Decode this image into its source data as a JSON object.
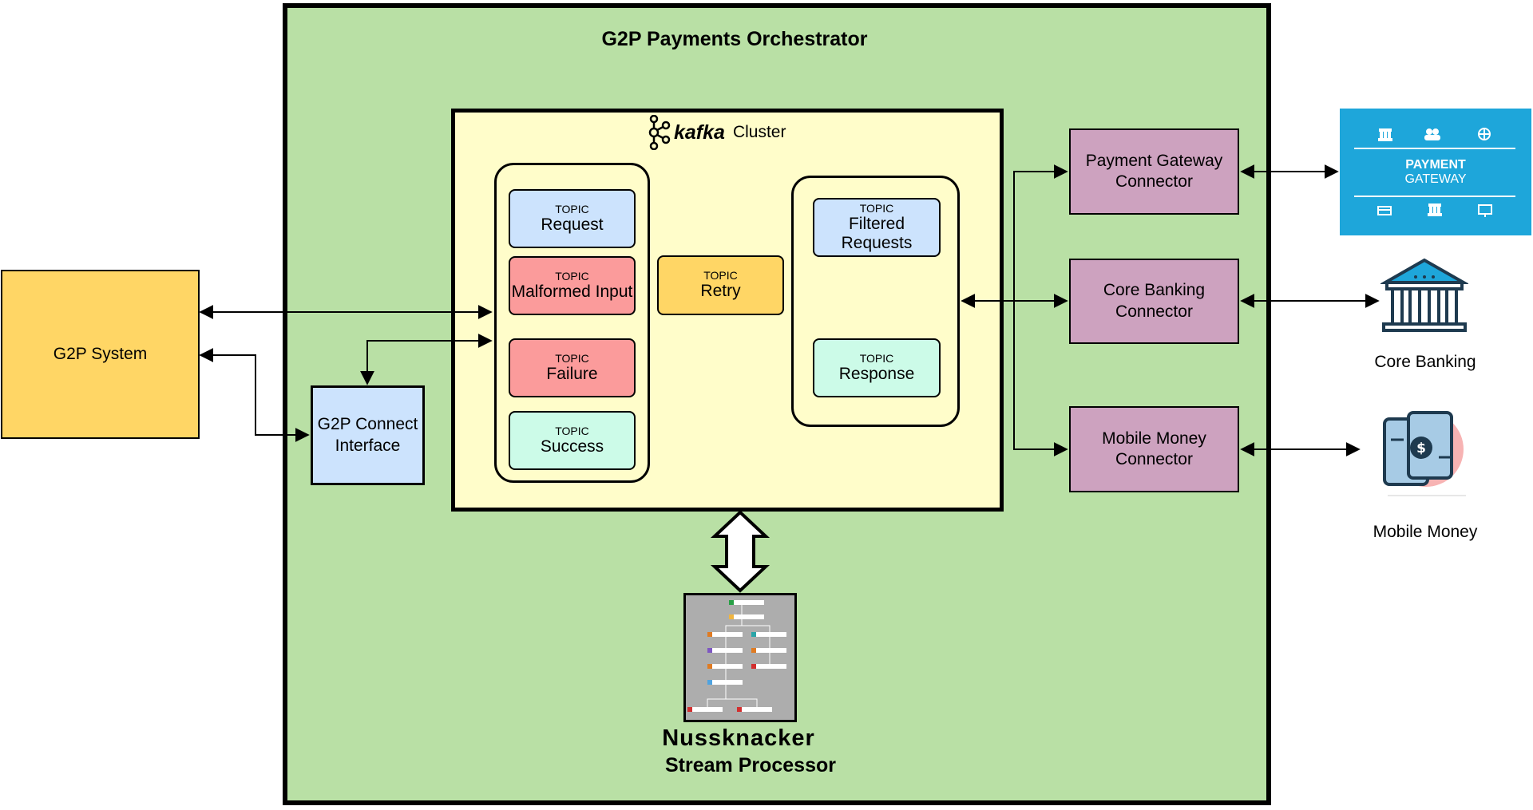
{
  "orchestrator": {
    "title": "G2P Payments Orchestrator"
  },
  "kafka": {
    "logo": "kafka",
    "label": "Cluster"
  },
  "topics": {
    "request": {
      "tag": "TOPIC",
      "label": "Request"
    },
    "malformed": {
      "tag": "TOPIC",
      "label": "Malformed Input"
    },
    "failure": {
      "tag": "TOPIC",
      "label": "Failure"
    },
    "success": {
      "tag": "TOPIC",
      "label": "Success"
    },
    "retry": {
      "tag": "TOPIC",
      "label": "Retry"
    },
    "filtered": {
      "tag": "TOPIC",
      "label": "Filtered Requests"
    },
    "response": {
      "tag": "TOPIC",
      "label": "Response"
    }
  },
  "g2p_system": {
    "label": "G2P System"
  },
  "g2p_connect": {
    "label": "G2P Connect Interface"
  },
  "connectors": {
    "payment_gateway": "Payment Gateway Connector",
    "core_banking": "Core Banking Connector",
    "mobile_money": "Mobile Money Connector"
  },
  "externals": {
    "payment_gateway": {
      "line1": "PAYMENT",
      "line2": "GATEWAY"
    },
    "core_banking": {
      "label": "Core Banking"
    },
    "mobile_money": {
      "label": "Mobile Money"
    }
  },
  "stream_processor": {
    "brand": "Nussknacker",
    "label": "Stream Processor"
  },
  "colors": {
    "orchestrator_bg": "#b9e0a5",
    "kafka_bg": "#fffdca",
    "topic_blue": "#cce3fd",
    "topic_red": "#fb9b9b",
    "topic_orange": "#ffd665",
    "topic_mint": "#ccfbe8",
    "connector_purple": "#cda2bf",
    "gateway_blue": "#1ea6da"
  }
}
